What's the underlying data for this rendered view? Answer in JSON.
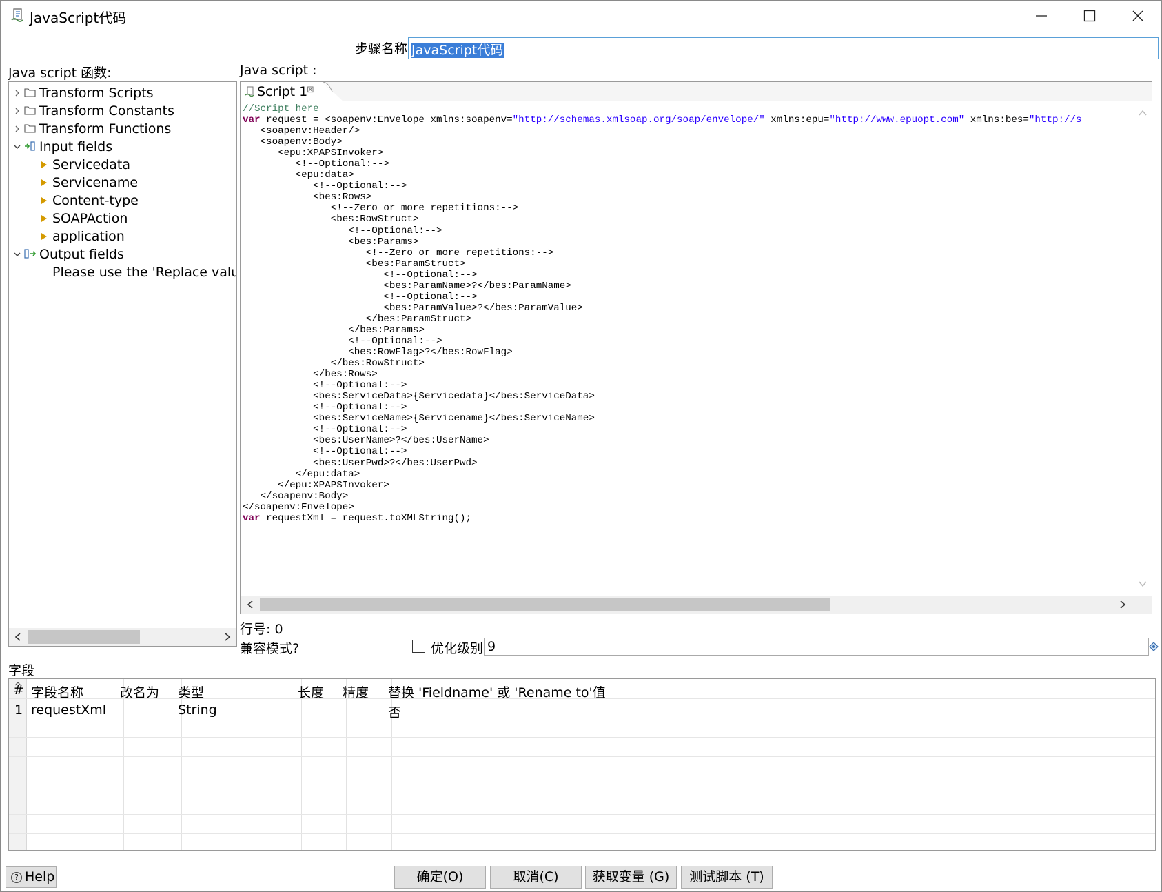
{
  "window": {
    "title": "JavaScript代码"
  },
  "step": {
    "label": "步骤名称",
    "value": "JavaScript代码"
  },
  "left_panel": {
    "label": "Java script 函数:",
    "tree": [
      {
        "label": "Transform Scripts"
      },
      {
        "label": "Transform Constants"
      },
      {
        "label": "Transform Functions"
      },
      {
        "label": "Input fields"
      },
      {
        "label": "Servicedata"
      },
      {
        "label": "Servicename"
      },
      {
        "label": "Content-type"
      },
      {
        "label": "SOAPAction"
      },
      {
        "label": "application"
      },
      {
        "label": "Output fields"
      },
      {
        "label": "Please use the 'Replace value 'F"
      }
    ]
  },
  "right_panel": {
    "label": "Java script :",
    "tab": "Script 1",
    "code": {
      "comment": "//Script here",
      "kw1": "var",
      "l1a": " request = <soapenv:Envelope xmlns:soapenv=",
      "s1": "\"http://schemas.xmlsoap.org/soap/envelope/\"",
      "l1b": " xmlns:epu=",
      "s2": "\"http://www.epuopt.com\"",
      "l1c": " xmlns:bes=",
      "s3": "\"http://s",
      "body": "   <soapenv:Header/>\n   <soapenv:Body>\n      <epu:XPAPSInvoker>\n         <!--Optional:-->\n         <epu:data>\n            <!--Optional:-->\n            <bes:Rows>\n               <!--Zero or more repetitions:-->\n               <bes:RowStruct>\n                  <!--Optional:-->\n                  <bes:Params>\n                     <!--Zero or more repetitions:-->\n                     <bes:ParamStruct>\n                        <!--Optional:-->\n                        <bes:ParamName>?</bes:ParamName>\n                        <!--Optional:-->\n                        <bes:ParamValue>?</bes:ParamValue>\n                     </bes:ParamStruct>\n                  </bes:Params>\n                  <!--Optional:-->\n                  <bes:RowFlag>?</bes:RowFlag>\n               </bes:RowStruct>\n            </bes:Rows>\n            <!--Optional:-->\n            <bes:ServiceData>{Servicedata}</bes:ServiceData>\n            <!--Optional:-->\n            <bes:ServiceName>{Servicename}</bes:ServiceName>\n            <!--Optional:-->\n            <bes:UserName>?</bes:UserName>\n            <!--Optional:-->\n            <bes:UserPwd>?</bes:UserPwd>\n         </epu:data>\n      </epu:XPAPSInvoker>\n   </soapenv:Body>\n</soapenv:Envelope>",
      "kw2": "var",
      "last": " requestXml = request.toXMLString();"
    }
  },
  "status": {
    "line_label": "行号: 0",
    "compat_label": "兼容模式?",
    "opt_label": "优化级别",
    "opt_value": "9"
  },
  "fields": {
    "label": "字段",
    "headers": [
      "#",
      "字段名称",
      "改名为",
      "类型",
      "长度",
      "精度",
      "替换 'Fieldname' 或 'Rename to'值"
    ],
    "rows": [
      [
        "1",
        "requestXml",
        "",
        "String",
        "",
        "",
        "否"
      ]
    ]
  },
  "buttons": {
    "help": "Help",
    "ok": "确定(O)",
    "cancel": "取消(C)",
    "get_vars": "获取变量 (G)",
    "test": "测试脚本 (T)"
  }
}
